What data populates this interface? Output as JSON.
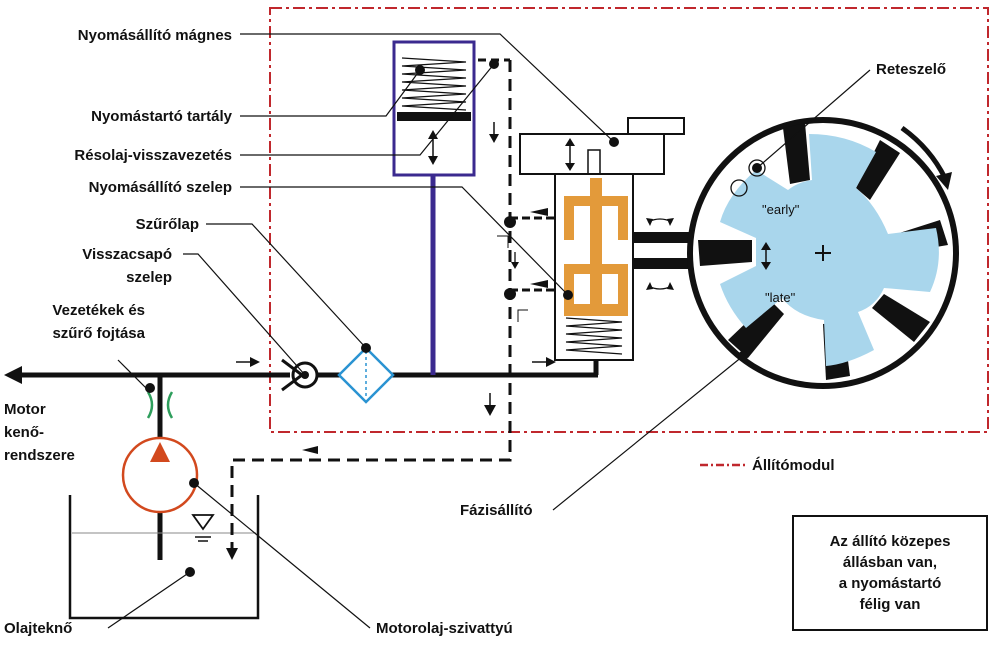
{
  "labels": {
    "pressure_magnet": "Nyomásállító mágnes",
    "pressure_reservoir": "Nyomástartó tartály",
    "leak_oil_return": "Résolaj-visszavezetés",
    "pressure_valve": "Nyomásállító szelep",
    "filter_plate": "Szűrőlap",
    "check_valve_line1": "Visszacsapó",
    "check_valve_line2": "szelep",
    "lines_filter_line1": "Vezetékek és",
    "lines_filter_line2": "szűrő fojtása",
    "engine_lube_line1": "Motor",
    "engine_lube_line2": "kenő-",
    "engine_lube_line3": "rendszere",
    "oil_pan": "Olajteknő",
    "oil_pump": "Motorolaj-szivattyú",
    "phase_adjuster": "Fázisállító",
    "locking_pin": "Reteszelő",
    "adjuster_module": "Állítómodul",
    "early": "\"early\"",
    "late": "\"late\""
  },
  "note": {
    "line1": "Az állító közepes",
    "line2": "állásban van,",
    "line3": "a nyomástartó",
    "line4": "félig van"
  },
  "colors": {
    "module_border": "#c0282d",
    "reservoir": "#3b2a8f",
    "valve_spool": "#e39a3a",
    "rotor_fill": "#a9d6ec",
    "filter": "#2a93d2",
    "pump": "#d2491e",
    "throttle": "#2e9e5c",
    "line": "#111111"
  }
}
